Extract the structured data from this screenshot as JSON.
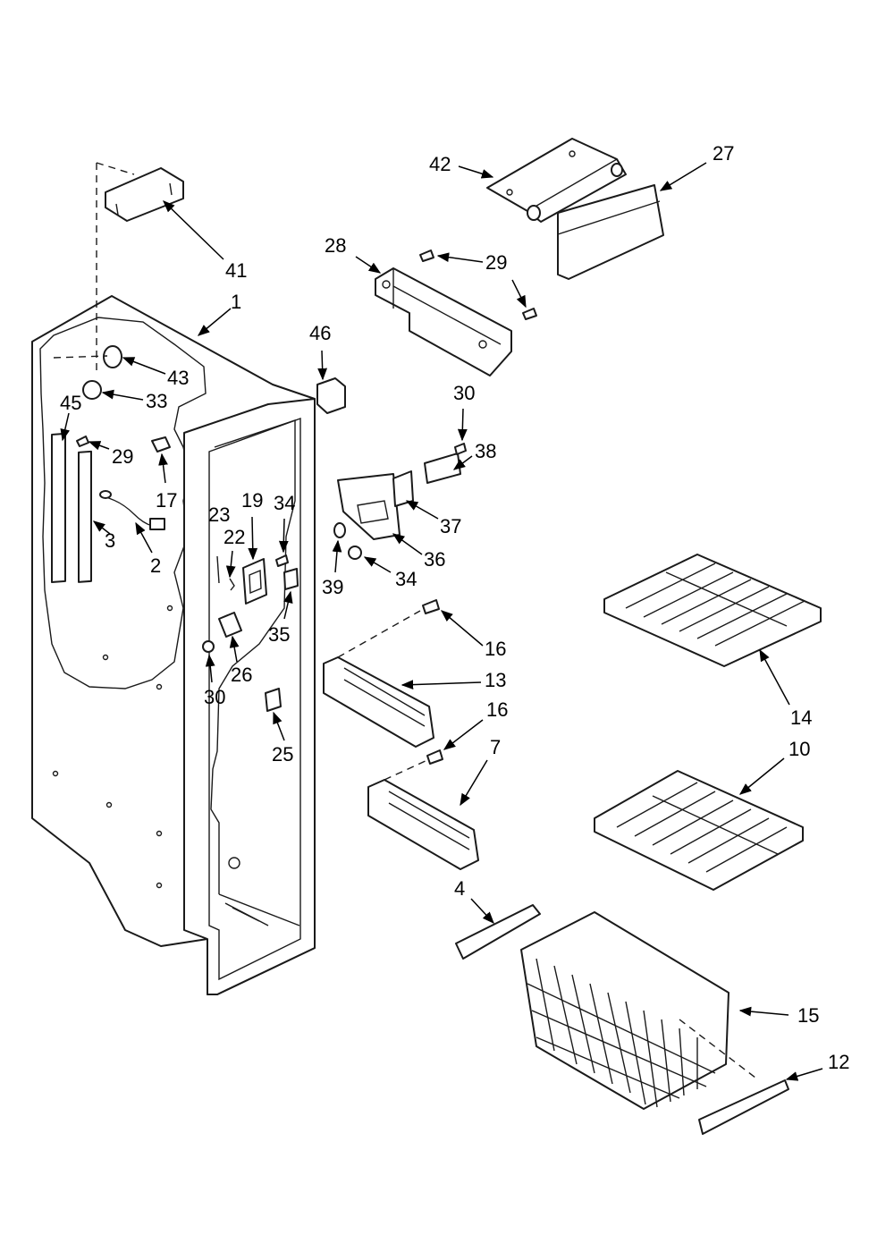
{
  "diagram": {
    "callouts": [
      {
        "id": "41",
        "text": "41"
      },
      {
        "id": "1",
        "text": "1"
      },
      {
        "id": "43",
        "text": "43"
      },
      {
        "id": "45",
        "text": "45"
      },
      {
        "id": "33",
        "text": "33"
      },
      {
        "id": "29a",
        "text": "29"
      },
      {
        "id": "17",
        "text": "17"
      },
      {
        "id": "3",
        "text": "3"
      },
      {
        "id": "2",
        "text": "2"
      },
      {
        "id": "23",
        "text": "23"
      },
      {
        "id": "22",
        "text": "22"
      },
      {
        "id": "19",
        "text": "19"
      },
      {
        "id": "34a",
        "text": "34"
      },
      {
        "id": "35",
        "text": "35"
      },
      {
        "id": "26",
        "text": "26"
      },
      {
        "id": "30a",
        "text": "30"
      },
      {
        "id": "25",
        "text": "25"
      },
      {
        "id": "46",
        "text": "46"
      },
      {
        "id": "42",
        "text": "42"
      },
      {
        "id": "27",
        "text": "27"
      },
      {
        "id": "28",
        "text": "28"
      },
      {
        "id": "29b",
        "text": "29"
      },
      {
        "id": "30b",
        "text": "30"
      },
      {
        "id": "38",
        "text": "38"
      },
      {
        "id": "37",
        "text": "37"
      },
      {
        "id": "36",
        "text": "36"
      },
      {
        "id": "39",
        "text": "39"
      },
      {
        "id": "34b",
        "text": "34"
      },
      {
        "id": "16a",
        "text": "16"
      },
      {
        "id": "13",
        "text": "13"
      },
      {
        "id": "16b",
        "text": "16"
      },
      {
        "id": "7",
        "text": "7"
      },
      {
        "id": "14",
        "text": "14"
      },
      {
        "id": "10",
        "text": "10"
      },
      {
        "id": "4",
        "text": "4"
      },
      {
        "id": "15",
        "text": "15"
      },
      {
        "id": "12",
        "text": "12"
      }
    ]
  }
}
